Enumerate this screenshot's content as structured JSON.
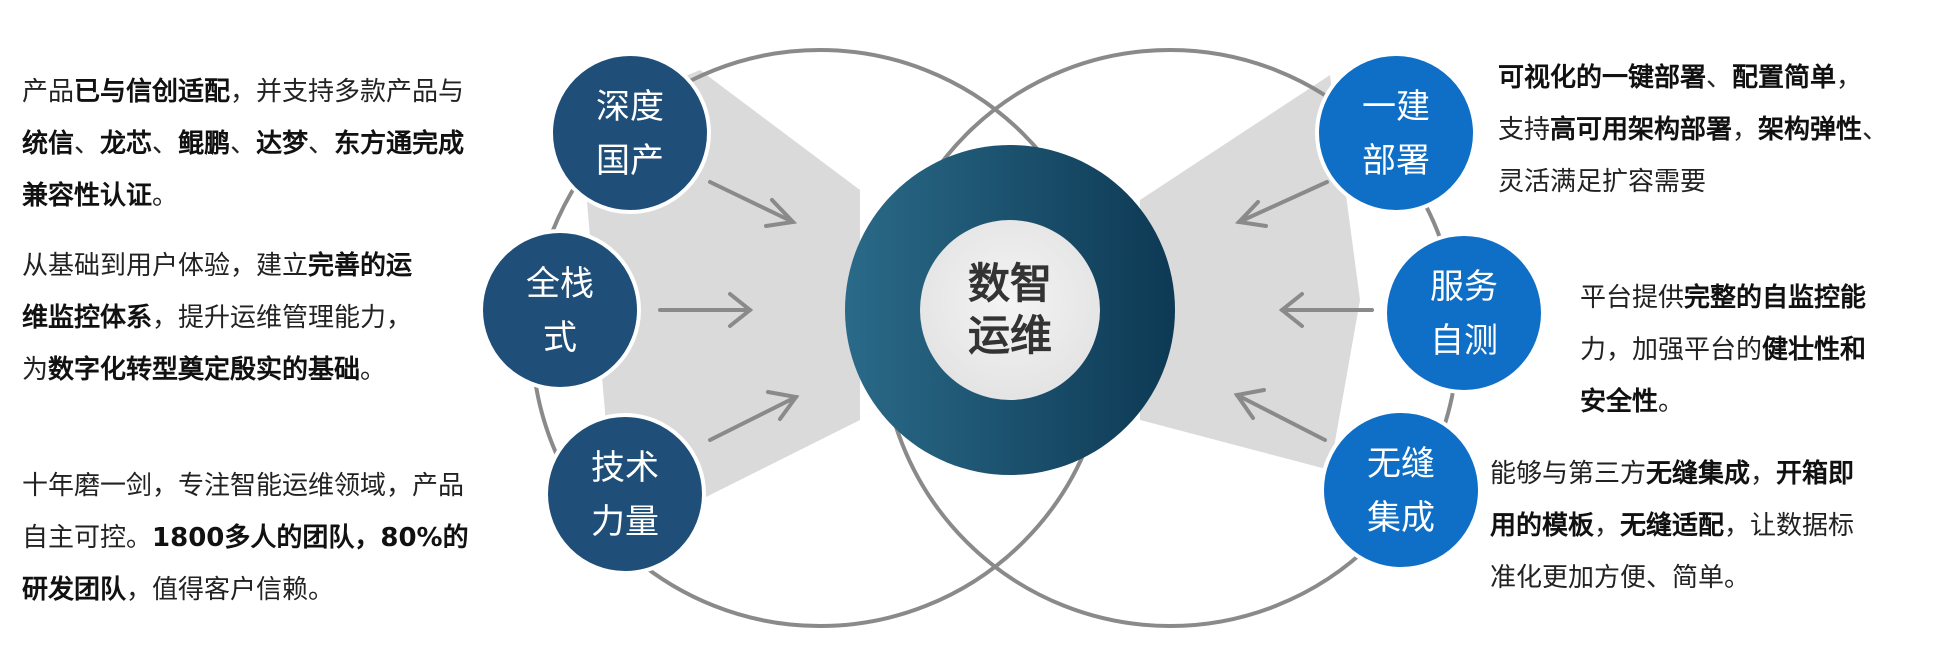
{
  "center": {
    "line1": "数智",
    "line2": "运维"
  },
  "left": [
    {
      "id": "deep-domestic",
      "badge": [
        "深度",
        "国产"
      ],
      "lines": [
        [
          {
            "t": "产品",
            "b": false
          },
          {
            "t": "已与信创适配",
            "b": true
          },
          {
            "t": "，并支持多款产品与",
            "b": false
          }
        ],
        [
          {
            "t": "统信",
            "b": true
          },
          {
            "t": "、",
            "b": false
          },
          {
            "t": "龙芯",
            "b": true
          },
          {
            "t": "、",
            "b": false
          },
          {
            "t": "鲲鹏",
            "b": true
          },
          {
            "t": "、",
            "b": false
          },
          {
            "t": "达梦",
            "b": true
          },
          {
            "t": "、",
            "b": false
          },
          {
            "t": "东方通完成",
            "b": true
          }
        ],
        [
          {
            "t": "兼容性认证",
            "b": true
          },
          {
            "t": "。",
            "b": false
          }
        ]
      ]
    },
    {
      "id": "full-stack",
      "badge": [
        "全栈",
        "式"
      ],
      "lines": [
        [
          {
            "t": "从基础到用户体验，建立",
            "b": false
          },
          {
            "t": "完善的运",
            "b": true
          }
        ],
        [
          {
            "t": "维监控体系",
            "b": true
          },
          {
            "t": "，提升运维管理能力，",
            "b": false
          }
        ],
        [
          {
            "t": "为",
            "b": false
          },
          {
            "t": "数字化转型奠定殷实的基础",
            "b": true
          },
          {
            "t": "。",
            "b": false
          }
        ]
      ]
    },
    {
      "id": "tech-power",
      "badge": [
        "技术",
        "力量"
      ],
      "lines": [
        [
          {
            "t": "十年磨一剑，专注智能运维领域，产品",
            "b": false
          }
        ],
        [
          {
            "t": "自主可控。",
            "b": false
          },
          {
            "t": "1800多人的团队，80%的",
            "b": true
          }
        ],
        [
          {
            "t": "研发团队",
            "b": true
          },
          {
            "t": "，值得客户信赖。",
            "b": false
          }
        ]
      ]
    }
  ],
  "right": [
    {
      "id": "one-click-deploy",
      "badge": [
        "一建",
        "部署"
      ],
      "lines": [
        [
          {
            "t": "可视化的一键部署",
            "b": true
          },
          {
            "t": "、",
            "b": false
          },
          {
            "t": "配置简单",
            "b": true
          },
          {
            "t": "，",
            "b": false
          }
        ],
        [
          {
            "t": "支持",
            "b": false
          },
          {
            "t": "高可用架构部署",
            "b": true
          },
          {
            "t": "，",
            "b": false
          },
          {
            "t": "架构弹性",
            "b": true
          },
          {
            "t": "、",
            "b": false
          }
        ],
        [
          {
            "t": "灵活满足扩容需要",
            "b": false
          }
        ]
      ]
    },
    {
      "id": "self-test",
      "badge": [
        "服务",
        "自测"
      ],
      "lines": [
        [
          {
            "t": "平台提供",
            "b": false
          },
          {
            "t": "完整的自监控能",
            "b": true
          }
        ],
        [
          {
            "t": "力，加强平台的",
            "b": false
          },
          {
            "t": "健壮性和",
            "b": true
          }
        ],
        [
          {
            "t": "安全性",
            "b": true
          },
          {
            "t": "。",
            "b": false
          }
        ]
      ]
    },
    {
      "id": "seamless",
      "badge": [
        "无缝",
        "集成"
      ],
      "lines": [
        [
          {
            "t": "能够与第三方",
            "b": false
          },
          {
            "t": "无缝集成",
            "b": true
          },
          {
            "t": "，",
            "b": false
          },
          {
            "t": "开箱即",
            "b": true
          }
        ],
        [
          {
            "t": "用的模板",
            "b": true
          },
          {
            "t": "，",
            "b": false
          },
          {
            "t": "无缝适配",
            "b": true
          },
          {
            "t": "，让数据标",
            "b": false
          }
        ],
        [
          {
            "t": "准化更加方便、简单。",
            "b": false
          }
        ]
      ]
    }
  ],
  "colors": {
    "left_badge": "#1f4e79",
    "right_badge": "#0f6fc6",
    "ring_dark": "#0d3954",
    "ring_light": "#2a6a88",
    "outline": "#8a8a8a",
    "wedge": "#dadada",
    "arrow": "#8a8a8a"
  }
}
